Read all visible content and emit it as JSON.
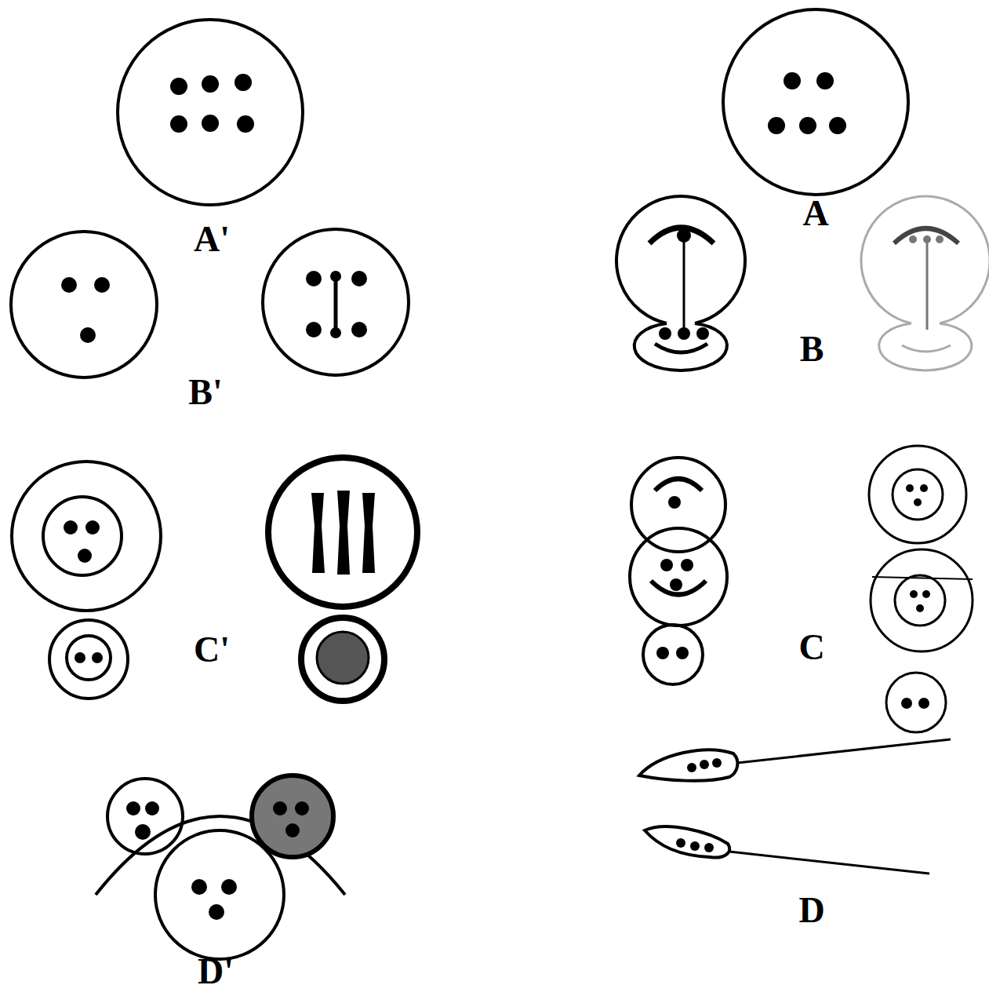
{
  "diagram": {
    "labels": [
      "A'",
      "B'",
      "C'",
      "D'",
      "A",
      "B",
      "C",
      "D"
    ]
  }
}
